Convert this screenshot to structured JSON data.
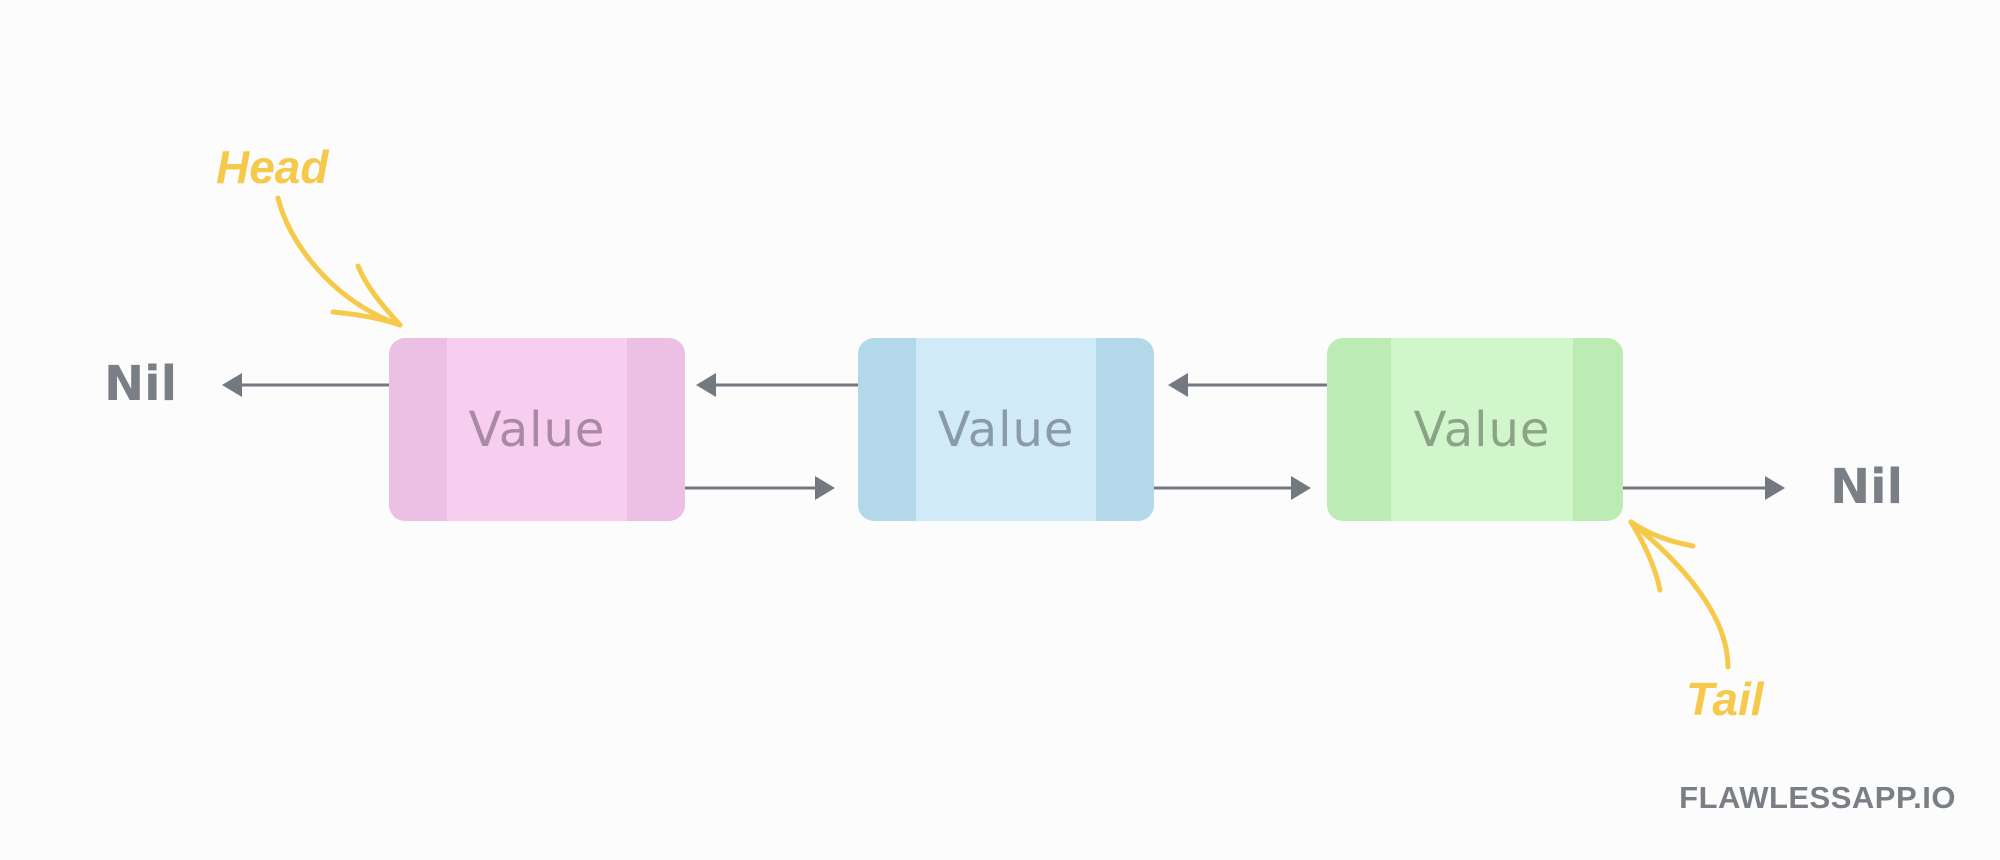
{
  "nodes": [
    {
      "value": "Value",
      "color_side": "#ecbfe5",
      "color_core": "#f7cdf0",
      "text_color": "#a88aa3"
    },
    {
      "value": "Value",
      "color_side": "#b2d8ea",
      "color_core": "#d0eaf8",
      "text_color": "#8a9ba6"
    },
    {
      "value": "Value",
      "color_side": "#bdebb4",
      "color_core": "#d1f6cb",
      "text_color": "#8ca388"
    }
  ],
  "nil_left": "Nil",
  "nil_right": "Nil",
  "head_label": "Head",
  "tail_label": "Tail",
  "brand": "FLAWLESSAPP.IO",
  "colors": {
    "background": "#fcfcfc",
    "arrow": "#747981",
    "annotation": "#f6c94a",
    "text_gray": "#7a7f86"
  }
}
